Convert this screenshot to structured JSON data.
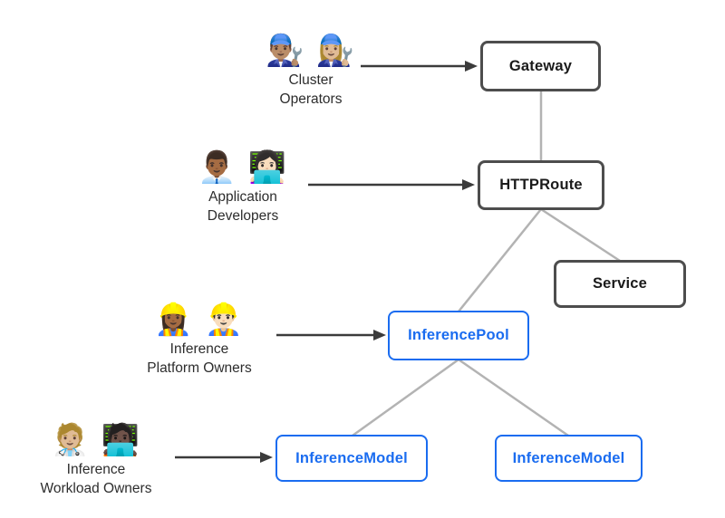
{
  "diagram": {
    "description": "Resource model diagram: persona groups point to Gateway API resources",
    "personas": [
      {
        "id": "cluster-operators",
        "name": "Cluster Operators",
        "emojis": "👨🏽‍🔧 👩🏼‍🔧",
        "emoji_semantics": "man-mechanic-emoji woman-mechanic-emoji",
        "label_lines": [
          "Cluster",
          "Operators"
        ]
      },
      {
        "id": "application-developers",
        "name": "Application Developers",
        "emojis": "👨🏾‍💼 👩🏻‍💻",
        "emoji_semantics": "man-office-worker-emoji woman-technologist-emoji",
        "label_lines": [
          "Application",
          "Developers"
        ]
      },
      {
        "id": "inference-platform-owners",
        "name": "Inference Platform Owners",
        "emojis": "👷🏾‍♀️ 👷🏻‍♂️",
        "emoji_semantics": "woman-construction-worker-emoji man-construction-worker-emoji",
        "label_lines": [
          "Inference",
          "Platform Owners"
        ]
      },
      {
        "id": "inference-workload-owners",
        "name": "Inference Workload Owners",
        "emojis": "🧑🏼‍⚕️ 🧑🏿‍💻",
        "emoji_semantics": "health-worker-emoji technologist-emoji",
        "label_lines": [
          "Inference",
          "Workload Owners"
        ]
      }
    ],
    "nodes": [
      {
        "id": "gateway",
        "label": "Gateway",
        "variant": "gray"
      },
      {
        "id": "httproute",
        "label": "HTTPRoute",
        "variant": "gray"
      },
      {
        "id": "service",
        "label": "Service",
        "variant": "gray"
      },
      {
        "id": "inferencepool",
        "label": "InferencePool",
        "variant": "blue"
      },
      {
        "id": "inferencemodel-1",
        "label": "InferenceModel",
        "variant": "blue"
      },
      {
        "id": "inferencemodel-2",
        "label": "InferenceModel",
        "variant": "blue"
      }
    ],
    "edges": [
      {
        "from": "cluster-operators",
        "to": "gateway",
        "style": "arrow"
      },
      {
        "from": "application-developers",
        "to": "httproute",
        "style": "arrow"
      },
      {
        "from": "inference-platform-owners",
        "to": "inferencepool",
        "style": "arrow"
      },
      {
        "from": "inference-workload-owners",
        "to": "inferencemodel-1",
        "style": "arrow"
      },
      {
        "from": "gateway",
        "to": "httproute",
        "style": "line"
      },
      {
        "from": "httproute",
        "to": "inferencepool",
        "style": "line"
      },
      {
        "from": "httproute",
        "to": "service",
        "style": "line"
      },
      {
        "from": "inferencepool",
        "to": "inferencemodel-1",
        "style": "line"
      },
      {
        "from": "inferencepool",
        "to": "inferencemodel-2",
        "style": "line"
      }
    ],
    "colors": {
      "background": "#ffffff",
      "node_border_gray": "#4d4d4d",
      "node_text_dark": "#1a1a1a",
      "node_border_blue": "#1a6cf0",
      "node_text_blue": "#1a6cf0",
      "connector_gray": "#b3b3b3",
      "arrow_dark": "#3b3b3b"
    }
  }
}
